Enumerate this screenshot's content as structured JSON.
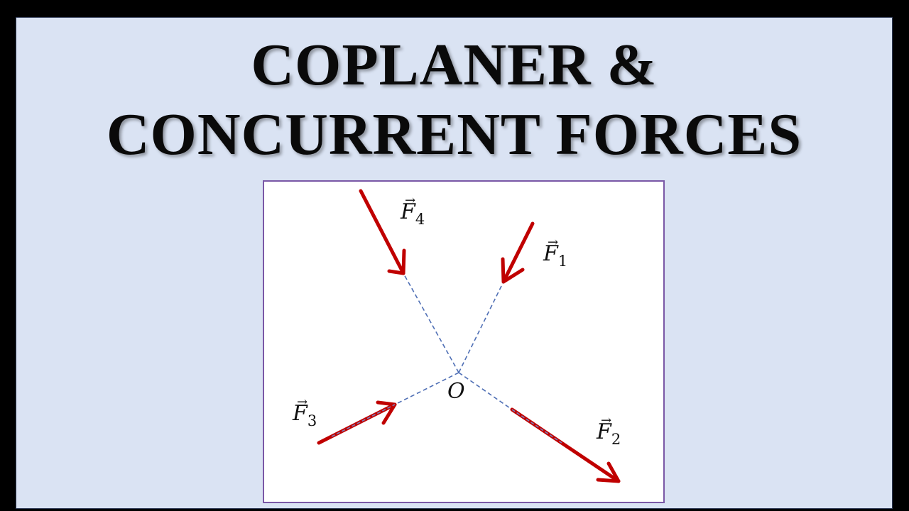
{
  "slide": {
    "title_line1": "COPLANER &",
    "title_line2": "CONCURRENT FORCES",
    "background_color": "#dae3f3",
    "frame_color": "#000000"
  },
  "diagram": {
    "border_color": "#7a58a6",
    "arrow_color": "#c00000",
    "line_color": "#4f6fb5",
    "origin_label": "O",
    "forces": [
      {
        "id": "F1",
        "symbol": "F",
        "subscript": "1",
        "direction": "toward O from upper-right"
      },
      {
        "id": "F2",
        "symbol": "F",
        "subscript": "2",
        "direction": "away from O toward lower-right"
      },
      {
        "id": "F3",
        "symbol": "F",
        "subscript": "3",
        "direction": "toward O from lower-left"
      },
      {
        "id": "F4",
        "symbol": "F",
        "subscript": "4",
        "direction": "toward O from upper-left"
      }
    ]
  }
}
